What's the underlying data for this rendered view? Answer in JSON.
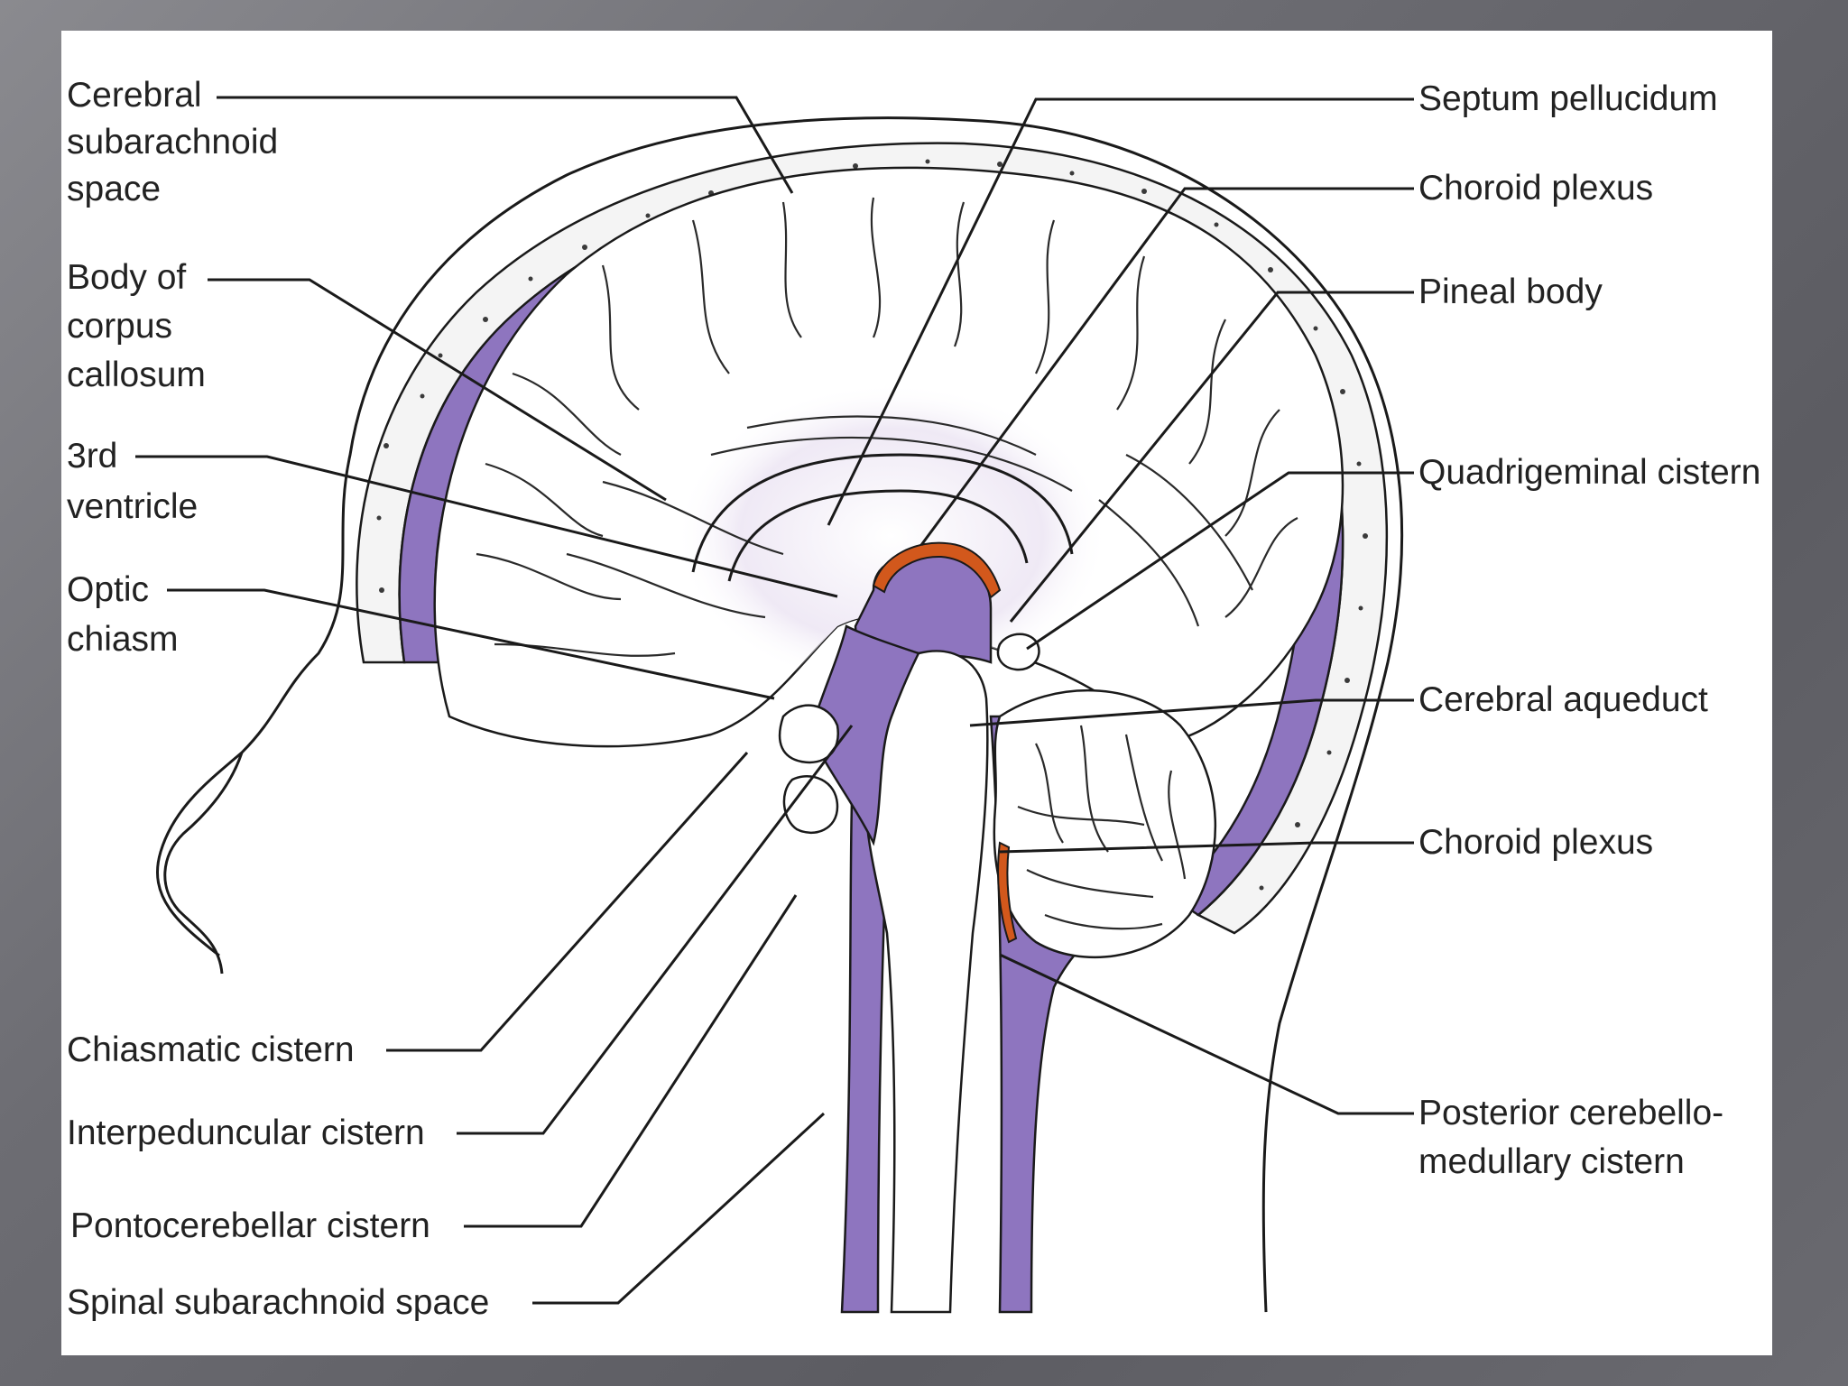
{
  "labels_left": {
    "cerebral_subarachnoid": [
      "Cerebral",
      "subarachnoid",
      "space"
    ],
    "body_corpus_callosum": [
      "Body of",
      "corpus",
      "callosum"
    ],
    "third_ventricle": [
      "3rd",
      "ventricle"
    ],
    "optic_chiasm": [
      "Optic",
      "chiasm"
    ],
    "chiasmatic_cistern": "Chiasmatic cistern",
    "interpeduncular_cistern": "Interpeduncular cistern",
    "pontocerebellar_cistern": "Pontocerebellar cistern",
    "spinal_subarachnoid_space": "Spinal subarachnoid space"
  },
  "labels_right": {
    "septum_pellucidum": "Septum pellucidum",
    "choroid_plexus_upper": "Choroid plexus",
    "pineal_body": "Pineal body",
    "quadrigeminal_cistern": "Quadrigeminal cistern",
    "cerebral_aqueduct": "Cerebral aqueduct",
    "choroid_plexus_lower": "Choroid plexus",
    "posterior_cerebellomedullary": [
      "Posterior cerebello-",
      "medullary cistern"
    ]
  },
  "colors": {
    "csf": "#8e75bf",
    "choroid_plexus": "#d2581c",
    "outline": "#1a1a1a",
    "background": "#6d6d73",
    "slide": "#ffffff"
  }
}
